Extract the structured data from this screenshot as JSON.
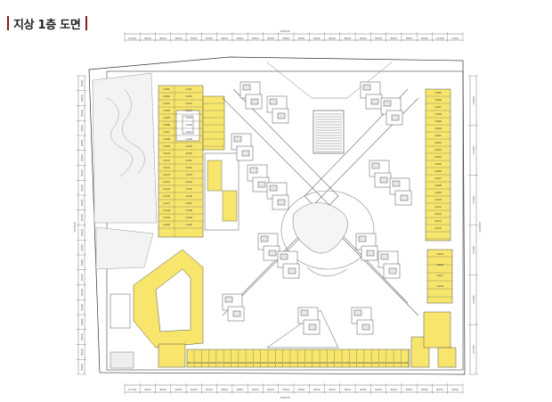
{
  "header": {
    "title": "지상 1층 도면"
  },
  "plan": {
    "top_total": "199530",
    "bottom_total": "199530",
    "left_total": "163870",
    "right_total": "163870",
    "top_segments": [
      "14700",
      "8000",
      "8000",
      "8000",
      "8000",
      "8000",
      "8000",
      "8000",
      "8000",
      "8000",
      "8000",
      "8000",
      "8000",
      "8000",
      "8000",
      "8000",
      "8000",
      "8000",
      "8000",
      "8000",
      "11700",
      "4300"
    ],
    "bottom_segments": [
      "17700",
      "8000",
      "8000",
      "8000",
      "8000",
      "8000",
      "8000",
      "8000",
      "8000",
      "8000",
      "8000",
      "8000",
      "8000",
      "8000",
      "8000",
      "8000",
      "8000",
      "8000",
      "8000",
      "8000",
      "8000",
      "8000"
    ],
    "left_segments": [
      "8000",
      "8000",
      "8000",
      "8000",
      "8000",
      "8000",
      "8000",
      "8000",
      "8000",
      "8000",
      "8000",
      "8000",
      "8000",
      "8000",
      "8000",
      "8000",
      "8000",
      "8000",
      "8000",
      "8000"
    ],
    "right_segments": [
      "14900",
      "17300",
      "17300",
      "17300",
      "17300",
      "17300"
    ],
    "unit_labels": {
      "west_block": [
        "1101",
        "1102",
        "1103",
        "1104",
        "1105",
        "1106",
        "1107",
        "1108",
        "1109",
        "1110",
        "1111",
        "1112",
        "1113",
        "1114",
        "1115",
        "1116",
        "1117",
        "1118",
        "1119",
        "1120",
        "1121",
        "1122",
        "1123",
        "1124",
        "1125",
        "1126",
        "1127",
        "1128",
        "1129",
        "1130",
        "1131",
        "1132",
        "1133",
        "1134",
        "1135",
        "1136",
        "1137",
        "1138",
        "1139",
        "1140"
      ],
      "east_block": [
        "1195",
        "1196",
        "1197",
        "1198",
        "1199",
        "1200",
        "1201",
        "1202",
        "1203",
        "1204",
        "1205",
        "1206",
        "1207",
        "1208",
        "1209",
        "1210",
        "1211",
        "1212",
        "1213",
        "1214",
        "1215",
        "1216",
        "1217",
        "1218"
      ],
      "south_row": [
        "1017",
        "1018",
        "1019",
        "1020",
        "1021",
        "1022",
        "1023",
        "1024",
        "1025",
        "1026",
        "1027",
        "1028",
        "1029",
        "1030",
        "1031",
        "1032",
        "1033",
        "1034",
        "1035",
        "1036",
        "1037",
        "1038",
        "1039",
        "1040",
        "1041",
        "1042",
        "1043",
        "1044",
        "1045",
        "1046"
      ]
    }
  },
  "colors": {
    "unit": "#f7e66b",
    "line": "#555555",
    "accent": "#8b1a1a",
    "green": "#cccccc"
  }
}
